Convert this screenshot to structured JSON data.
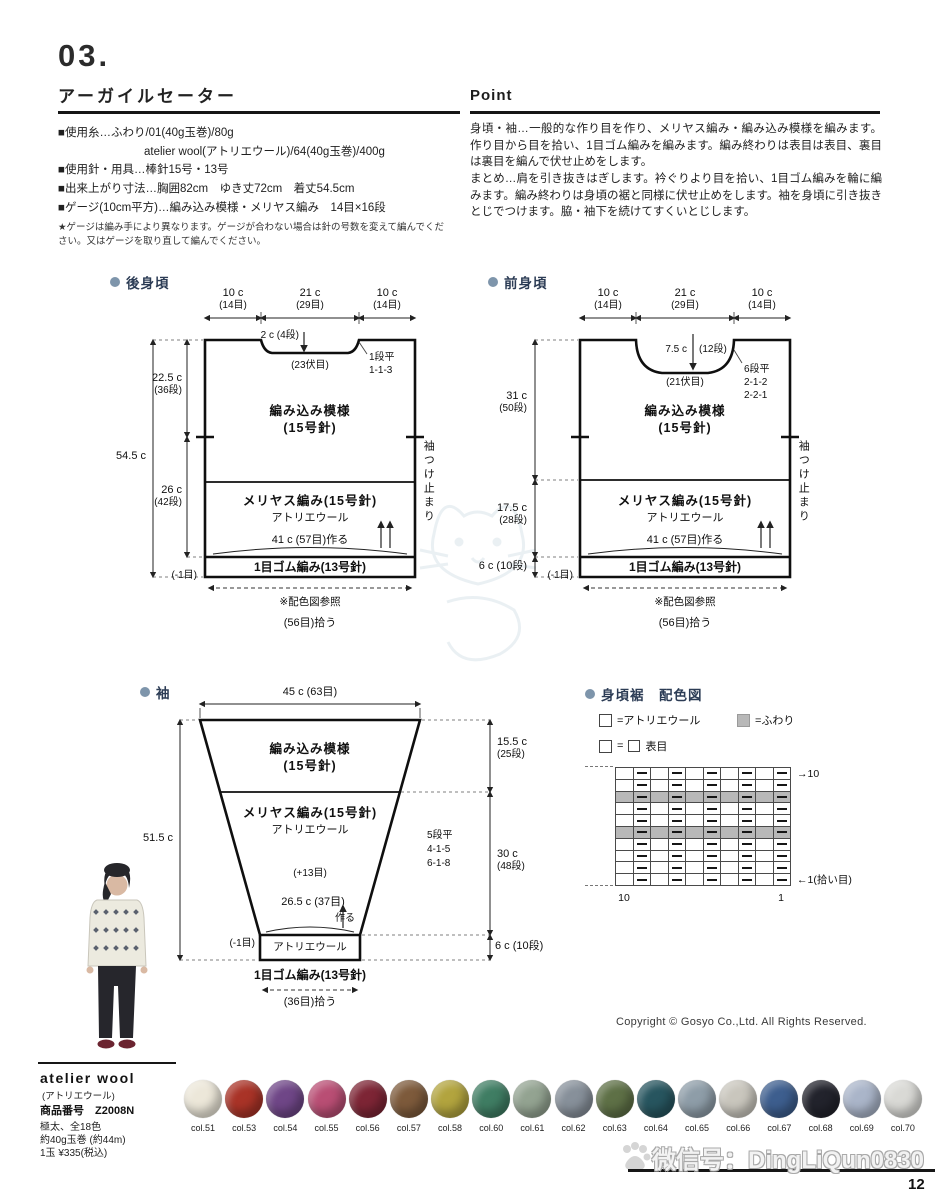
{
  "page": {
    "number": "12",
    "copyright": "Copyright © Gosyo Co.,Ltd. All Rights Reserved.",
    "watermark": "微信号：DingLiQun0830"
  },
  "header": {
    "number": "03.",
    "title": "アーガイルセーター"
  },
  "materials": {
    "lines": [
      "■使用糸…ふわり/01(40g玉巻)/80g",
      "atelier wool(アトリエウール)/64(40g玉巻)/400g",
      "■使用針・用具…棒針15号・13号",
      "■出来上がり寸法…胸囲82cm　ゆき丈72cm　着丈54.5cm",
      "■ゲージ(10cm平方)…編み込み模様・メリヤス編み　14目×16段"
    ],
    "note": "★ゲージは編み手により異なります。ゲージが合わない場合は針の号数を変えて編んでください。又はゲージを取り直して編んでください。"
  },
  "point": {
    "title": "Point",
    "para1": "身頃・袖…一般的な作り目を作り、メリヤス編み・編み込み模様を編みます。作り目から目を拾い、1目ゴム編みを編みます。編み終わりは表目は表目、裏目は裏目を編んで伏せ止めをします。",
    "para2": "まとめ…肩を引き抜きはぎします。衿ぐりより目を拾い、1目ゴム編みを輪に編みます。編み終わりは身頃の裾と同様に伏せ止めをします。袖を身頃に引き抜きとじでつけます。脇・袖下を続けてすくいとじします。"
  },
  "back": {
    "title": "後身頃",
    "top_left": "10 c",
    "top_left_sub": "(14目)",
    "top_mid": "21 c",
    "top_mid_sub": "(29目)",
    "top_right": "10 c",
    "top_right_sub": "(14目)",
    "neck_depth": "2 c (4段)",
    "neck_bind": "(23伏目)",
    "shape1": "1段平",
    "shape2": "1-1-3",
    "h_upper": "22.5 c",
    "h_upper_sub": "(36段)",
    "h_total": "54.5 c",
    "h_lower": "26 c",
    "h_lower_sub": "(42段)",
    "zone1": "編み込み模様",
    "zone1_sub": "(15号針)",
    "zone2": "メリヤス編み(15号針)",
    "zone2_sub": "アトリエウール",
    "cast_on": "41 c (57目)作る",
    "rib": "1目ゴム編み(13号針)",
    "minus": "(-1目)",
    "colorref": "※配色図参照",
    "pickup": "(56目)拾う",
    "armhole": "袖つけ止まり"
  },
  "front": {
    "title": "前身頃",
    "top_left": "10 c",
    "top_left_sub": "(14目)",
    "top_mid": "21 c",
    "top_mid_sub": "(29目)",
    "top_right": "10 c",
    "top_right_sub": "(14目)",
    "neck_depth": "7.5 c",
    "neck_depth_sub": "(12段)",
    "neck_bind": "(21伏目)",
    "shape1": "6段平",
    "shape2": "2-1-2",
    "shape3": "2-2-1",
    "h_upper": "31 c",
    "h_upper_sub": "(50段)",
    "h_mid": "17.5 c",
    "h_mid_sub": "(28段)",
    "h_rib": "6 c (10段)",
    "zone1": "編み込み模様",
    "zone1_sub": "(15号針)",
    "zone2": "メリヤス編み(15号針)",
    "zone2_sub": "アトリエウール",
    "cast_on": "41 c (57目)作る",
    "rib": "1目ゴム編み(13号針)",
    "minus": "(-1目)",
    "colorref": "※配色図参照",
    "pickup": "(56目)拾う",
    "armhole": "袖つけ止まり"
  },
  "sleeve": {
    "title": "袖",
    "top": "45 c (63目)",
    "zone1": "編み込み模様",
    "zone1_sub": "(15号針)",
    "zone2": "メリヤス編み(15号針)",
    "zone2_sub": "アトリエウール",
    "h_total": "51.5 c",
    "shape1": "5段平",
    "shape2": "4-1-5",
    "shape3": "6-1-8",
    "plus": "(+13目)",
    "cast_on": "26.5 c (37目)",
    "cast_on2": "作る",
    "minus": "(-1目)",
    "rib_yarn": "アトリエウール",
    "rib": "1目ゴム編み(13号針)",
    "pickup": "(36目)拾う",
    "r_upper": "15.5 c",
    "r_upper_sub": "(25段)",
    "r_mid": "30 c",
    "r_mid_sub": "(48段)",
    "r_rib": "6 c (10段)"
  },
  "chart": {
    "title": "身頃裾　配色図",
    "legend_white": "=アトリエウール",
    "legend_gray": "=ふわり",
    "legend_eq": "=",
    "legend_knit": "表目",
    "row_top": "→10",
    "row_bottom": "←1(拾い目)",
    "col_left": "10",
    "col_right": "1",
    "grid": {
      "cols": 10,
      "rows": [
        {
          "gray": false,
          "dash": [
            1,
            3,
            5,
            7,
            9
          ]
        },
        {
          "gray": false,
          "dash": [
            1,
            3,
            5,
            7,
            9
          ]
        },
        {
          "gray": true,
          "dash": [
            1,
            3,
            5,
            7,
            9
          ]
        },
        {
          "gray": false,
          "dash": [
            1,
            3,
            5,
            7,
            9
          ]
        },
        {
          "gray": false,
          "dash": [
            1,
            3,
            5,
            7,
            9
          ]
        },
        {
          "gray": true,
          "dash": [
            1,
            3,
            5,
            7,
            9
          ]
        },
        {
          "gray": false,
          "dash": [
            1,
            3,
            5,
            7,
            9
          ]
        },
        {
          "gray": false,
          "dash": [
            1,
            3,
            5,
            7,
            9
          ]
        },
        {
          "gray": false,
          "dash": [
            1,
            3,
            5,
            7,
            9
          ]
        },
        {
          "gray": false,
          "dash": [
            1,
            3,
            5,
            7,
            9
          ]
        }
      ]
    }
  },
  "yarn": {
    "name": "atelier wool",
    "name_kana": "(アトリエウール)",
    "item": "商品番号　Z2008N",
    "spec1": "極太、全18色",
    "spec2": "約40g玉巻 (約44m)",
    "price": "1玉 ¥335(税込)",
    "colors": [
      {
        "label": "col.51",
        "hex": "#ece7d9"
      },
      {
        "label": "col.53",
        "hex": "#a93327"
      },
      {
        "label": "col.54",
        "hex": "#6f4687"
      },
      {
        "label": "col.55",
        "hex": "#b94e74"
      },
      {
        "label": "col.56",
        "hex": "#7d2535"
      },
      {
        "label": "col.57",
        "hex": "#7d5a3b"
      },
      {
        "label": "col.58",
        "hex": "#b2a43e"
      },
      {
        "label": "col.60",
        "hex": "#3f7d63"
      },
      {
        "label": "col.61",
        "hex": "#93a391"
      },
      {
        "label": "col.62",
        "hex": "#87909a"
      },
      {
        "label": "col.63",
        "hex": "#5e7046"
      },
      {
        "label": "col.64",
        "hex": "#27555f"
      },
      {
        "label": "col.65",
        "hex": "#8e9da8"
      },
      {
        "label": "col.66",
        "hex": "#c9c6bd"
      },
      {
        "label": "col.67",
        "hex": "#3d5e8e"
      },
      {
        "label": "col.68",
        "hex": "#22232c"
      },
      {
        "label": "col.69",
        "hex": "#aab5c9"
      },
      {
        "label": "col.70",
        "hex": "#d9d9d5"
      }
    ]
  }
}
